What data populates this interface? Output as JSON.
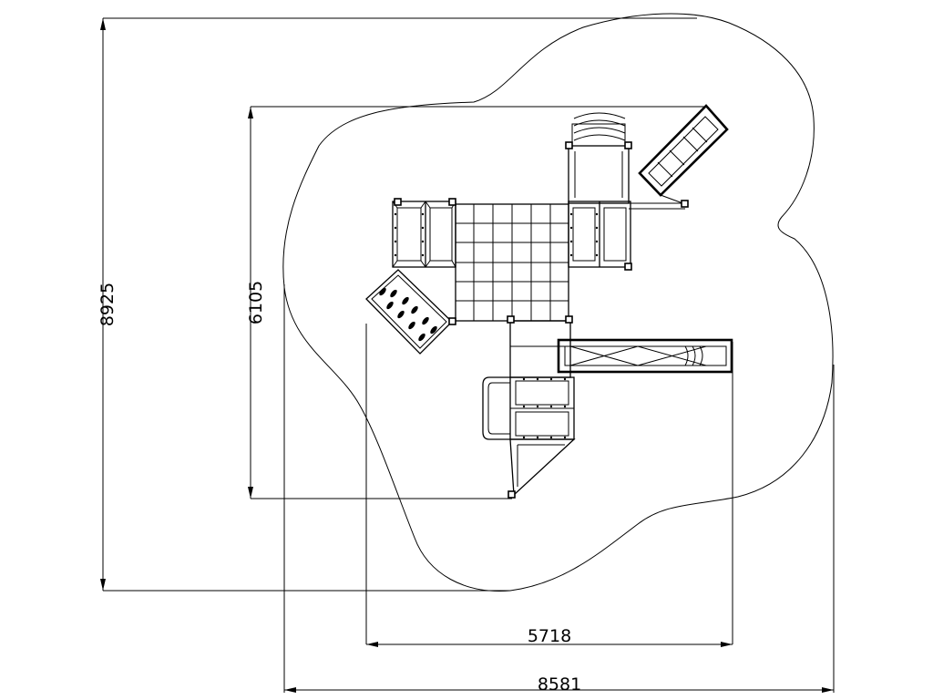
{
  "dimensions": {
    "total_height": "8925",
    "equipment_height": "6105",
    "equipment_width": "5718",
    "total_width": "8581"
  }
}
